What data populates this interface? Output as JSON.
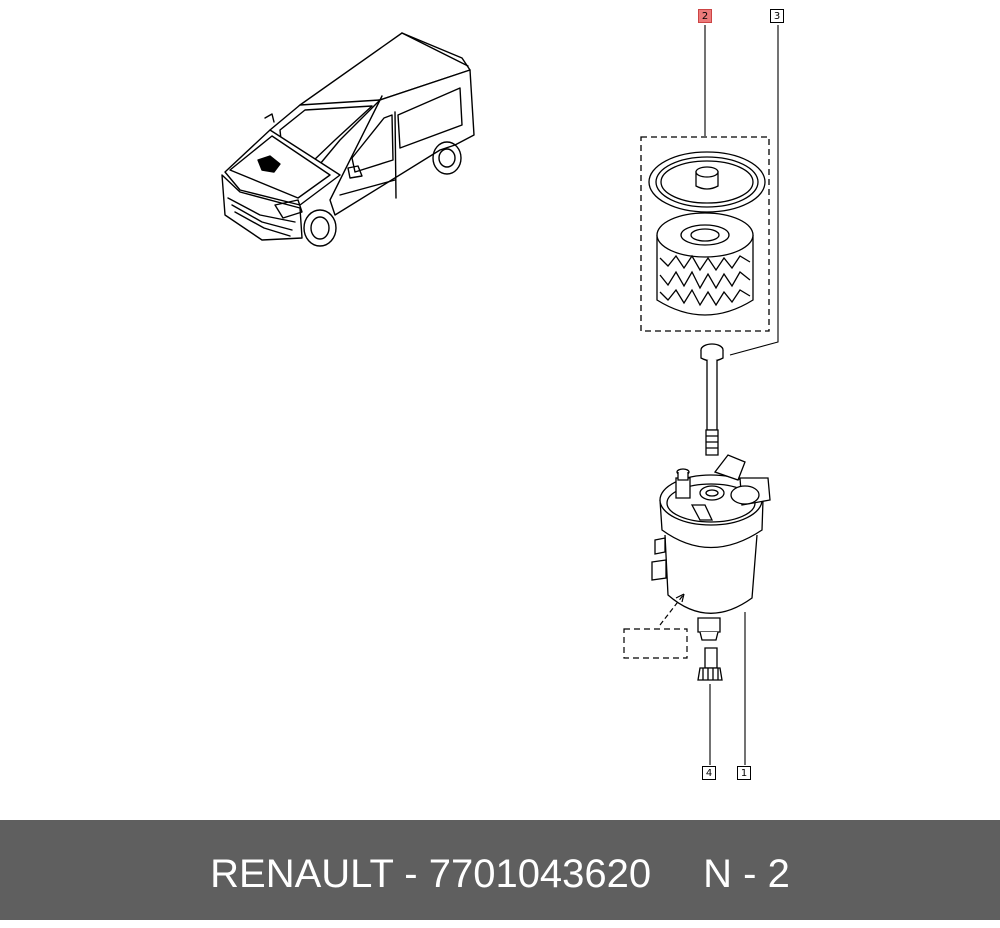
{
  "callouts": [
    {
      "label": "2",
      "highlighted": true
    },
    {
      "label": "3",
      "highlighted": false
    },
    {
      "label": "4",
      "highlighted": false
    },
    {
      "label": "1",
      "highlighted": false
    }
  ],
  "footer": {
    "brand": "RENAULT",
    "separator": " - ",
    "part_number": "7701043620",
    "code": "N - 2"
  },
  "colors": {
    "footer_bg": "#5f5f5f",
    "highlight": "#ec7b7b",
    "line": "#000000"
  }
}
